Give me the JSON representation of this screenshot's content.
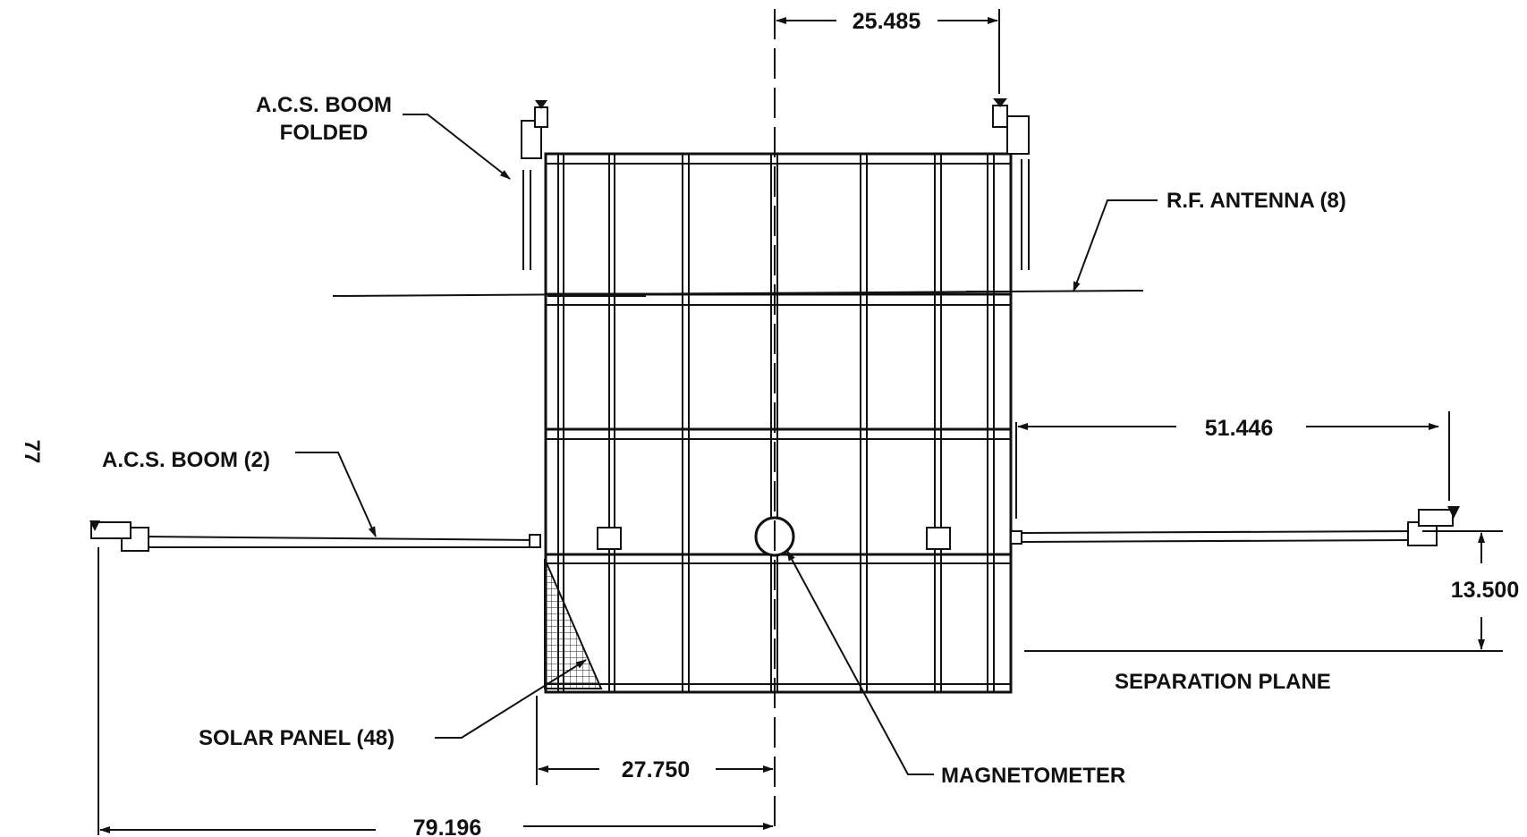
{
  "page_number": "77",
  "labels": {
    "acs_boom_folded_line1": "A.C.S. BOOM",
    "acs_boom_folded_line2": "FOLDED",
    "rf_antenna": "R.F. ANTENNA (8)",
    "acs_boom": "A.C.S. BOOM (2)",
    "solar_panel": "SOLAR PANEL (48)",
    "magnetometer": "MAGNETOMETER",
    "separation_plane": "SEPARATION PLANE"
  },
  "dimensions": {
    "top_half_width": "25.485",
    "boom_length": "51.446",
    "boom_height": "13.500",
    "half_body_width": "27.750",
    "boom_tip_to_center": "79.196"
  },
  "colors": {
    "ink": "#111111",
    "paper": "#ffffff"
  }
}
